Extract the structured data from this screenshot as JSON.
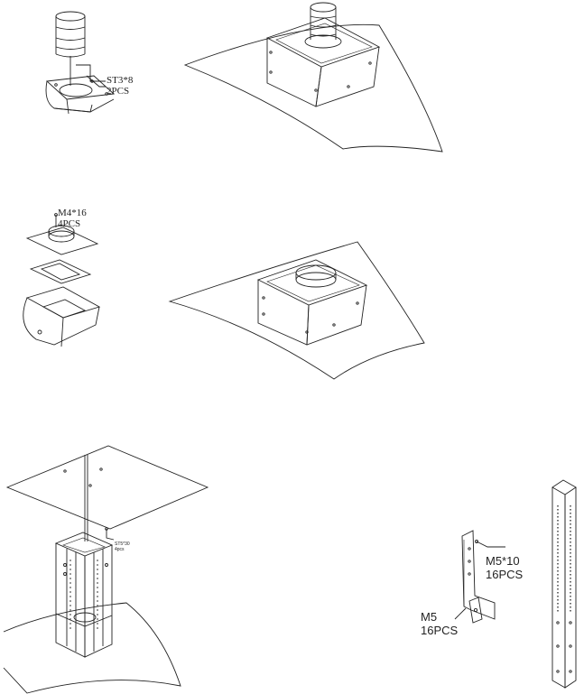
{
  "labels": {
    "screw_st3": "ST3*8",
    "qty_2": "2PCS",
    "screw_m4": "M4*16",
    "qty_4": "4PCS",
    "screw_small": "ST5*30",
    "qty_small": "4pcs",
    "screw_m5_10": "M5*10",
    "qty_16a": "16PCS",
    "nut_m5": "M5",
    "qty_16b": "16PCS"
  },
  "colors": {
    "line": "#222222",
    "light": "#777777",
    "bg": "#ffffff"
  }
}
